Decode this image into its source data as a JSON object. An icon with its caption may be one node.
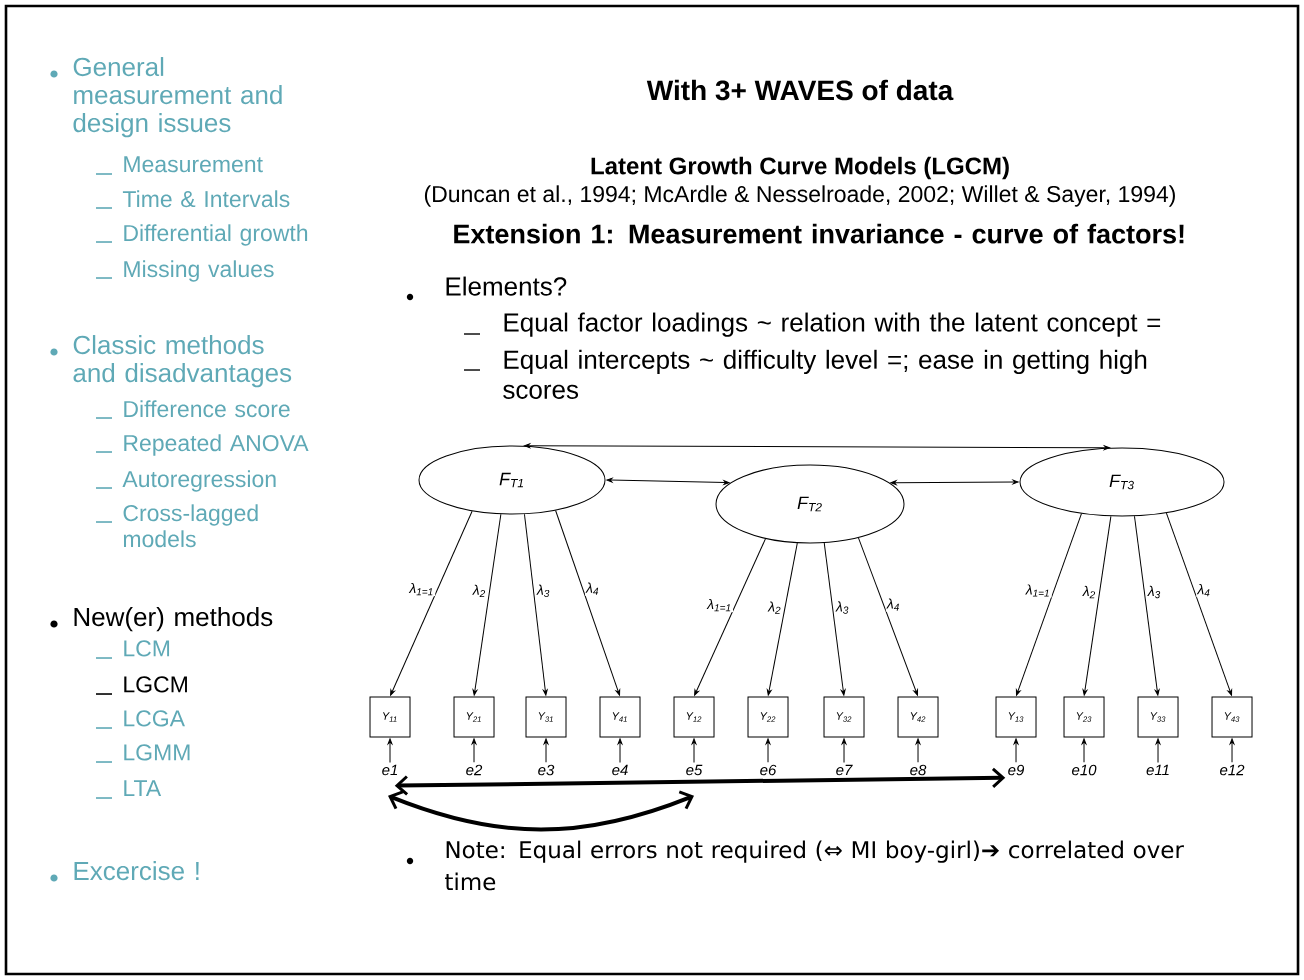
{
  "diagram": {
    "title": "With 3+ WAVES of data",
    "nodes": [
      {
        "text": [
          "F$_{T1}$"
        ]
      },
      {
        "text": [
          "F$_{T2}$"
        ]
      },
      {
        "text": [
          "F$_{T3}$"
        ]
      },
      {
        "text": [
          "Y$_{11}$"
        ]
      },
      {
        "text": [
          "Y$_{21}$"
        ]
      },
      {
        "text": [
          "Y$_{31}$"
        ]
      },
      {
        "text": [
          "Y$_{41}$"
        ]
      },
      {
        "text": [
          "Y$_{12}$"
        ]
      },
      {
        "text": [
          "Y$_{22}$"
        ]
      },
      {
        "text": [
          "Y$_{32}$"
        ]
      },
      {
        "text": [
          "Y$_{42}$"
        ]
      },
      {
        "text": [
          "Y$_{13}$"
        ]
      },
      {
        "text": [
          "Y$_{23}$"
        ]
      },
      {
        "text": [
          "Y$_{33}$"
        ]
      },
      {
        "text": [
          "Y$_{43}$"
        ]
      },
      {
        "text": [
          "e1"
        ]
      },
      {
        "text": [
          "e2"
        ]
      },
      {
        "text": [
          "e3"
        ]
      },
      {
        "text": [
          "e4"
        ]
      },
      {
        "text": [
          "e5"
        ]
      },
      {
        "text": [
          "e6"
        ]
      },
      {
        "text": [
          "e7"
        ]
      },
      {
        "text": [
          "e8"
        ]
      },
      {
        "text": [
          "e9"
        ]
      },
      {
        "text": [
          "e10"
        ]
      },
      {
        "text": [
          "e11"
        ]
      },
      {
        "text": [
          "e12"
        ]
      }
    ],
    "edges": [
      {
        "from": 0,
        "to": 3,
        "arrow": "to",
        "label": "λ$_{1=1}$"
      },
      {
        "from": 0,
        "to": 4,
        "arrow": "to",
        "label": "λ$_{2}$"
      },
      {
        "from": 0,
        "to": 5,
        "arrow": "to",
        "label": "λ$_{3}$"
      },
      {
        "from": 0,
        "to": 6,
        "arrow": "to",
        "label": "λ$_{4}$"
      },
      {
        "from": 1,
        "to": 7,
        "arrow": "to",
        "label": "λ$_{1=1}$"
      },
      {
        "from": 1,
        "to": 8,
        "arrow": "to",
        "label": "λ$_{2}$"
      },
      {
        "from": 1,
        "to": 9,
        "arrow": "to",
        "label": "λ$_{3}$"
      },
      {
        "from": 1,
        "to": 10,
        "arrow": "to",
        "label": "λ$_{4}$"
      },
      {
        "from": 2,
        "to": 11,
        "arrow": "to",
        "label": "λ$_{1=1}$"
      },
      {
        "from": 2,
        "to": 12,
        "arrow": "to",
        "label": "λ$_{2}$"
      },
      {
        "from": 2,
        "to": 13,
        "arrow": "to",
        "label": "λ$_{3}$"
      },
      {
        "from": 2,
        "to": 14,
        "arrow": "to",
        "label": "λ$_{4}$"
      },
      {
        "from": 15,
        "to": 3,
        "arrow": "to"
      },
      {
        "from": 16,
        "to": 4,
        "arrow": "to"
      },
      {
        "from": 17,
        "to": 5,
        "arrow": "to"
      },
      {
        "from": 18,
        "to": 6,
        "arrow": "to"
      },
      {
        "from": 19,
        "to": 7,
        "arrow": "to"
      },
      {
        "from": 20,
        "to": 8,
        "arrow": "to"
      },
      {
        "from": 21,
        "to": 9,
        "arrow": "to"
      },
      {
        "from": 22,
        "to": 10,
        "arrow": "to"
      },
      {
        "from": 23,
        "to": 11,
        "arrow": "to"
      },
      {
        "from": 24,
        "to": 12,
        "arrow": "to"
      },
      {
        "from": 25,
        "to": 13,
        "arrow": "to"
      },
      {
        "from": 26,
        "to": 14,
        "arrow": "to"
      },
      {
        "from": 0,
        "to": 1,
        "arrow": "both"
      },
      {
        "from": 1,
        "to": 2,
        "arrow": "both"
      },
      {
        "from": 0,
        "to": 2,
        "arrow": "both"
      },
      {
        "from": 15,
        "to": 19,
        "arrow": "both",
        "style": "thick"
      },
      {
        "from": 15,
        "to": 23,
        "arrow": "both",
        "style": "thick"
      }
    ],
    "labels": [
      "General measurement and design issues",
      "Measurement",
      "Time & Intervals",
      "Differential growth",
      "Missing values",
      "Classic methods and disadvantages",
      "Difference score",
      "Repeated ANOVA",
      "Autoregression",
      "Cross-lagged models",
      "New(er) methods",
      "LCM",
      "LGCM",
      "LCGA",
      "LGMM",
      "LTA",
      "Excercise !",
      "Latent Growth Curve Models (LGCM)",
      "(Duncan et al., 1994; McArdle & Nesselroade, 2002; Willet & Sayer, 1994)",
      "Extension 1: Measurement invariance - curve of factors!",
      "Elements?",
      "Equal factor loadings ~ relation with the latent concept =",
      "Equal intercepts ~ difficulty level =; ease in getting high scores",
      "Note: Equal errors not required (⇔ MI boy-girl)➔ correlated over time"
    ]
  }
}
